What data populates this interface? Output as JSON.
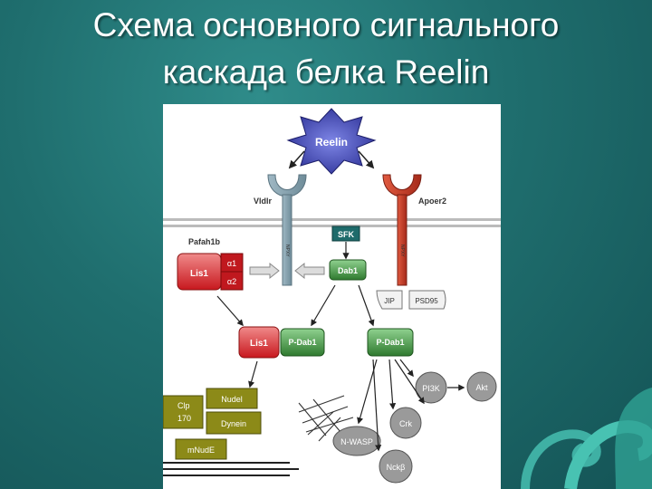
{
  "slide": {
    "title_line1": "Схема основного сигнального",
    "title_line2": "каскада белка Reelin"
  },
  "diagram": {
    "reelin": "Reelin",
    "vldlr": "Vldlr",
    "apoer2": "Apoer2",
    "sfk": "SFK",
    "pafah1b": "Pafah1b",
    "lis1_top": "Lis1",
    "alpha1": "α1",
    "alpha2": "α2",
    "dab1": "Dab1",
    "jip": "JIP",
    "psd95": "PSD95",
    "lis1_bottom": "Lis1",
    "p_dab1_left": "P-Dab1",
    "p_dab1_right": "P-Dab1",
    "pi3k": "PI3K",
    "akt": "Akt",
    "clip170_line1": "Clp",
    "clip170_line2": "170",
    "nudel": "Nudel",
    "dynein": "Dynein",
    "mnude": "mNudE",
    "crk": "Crk",
    "nwasp": "N-WASP",
    "nck": "Nckβ",
    "npxy": "NPXY"
  },
  "colors": {
    "background": "#1f6e6e",
    "reelin_star": "#3b3fa8",
    "vldlr_receptor": "#8aa7b4",
    "apoer2_receptor": "#c0392b",
    "lis1_red": "#d9252a",
    "dab1_green": "#3d8a3d",
    "sfk_teal": "#1e6b6b",
    "olive_box": "#8c8a18"
  }
}
